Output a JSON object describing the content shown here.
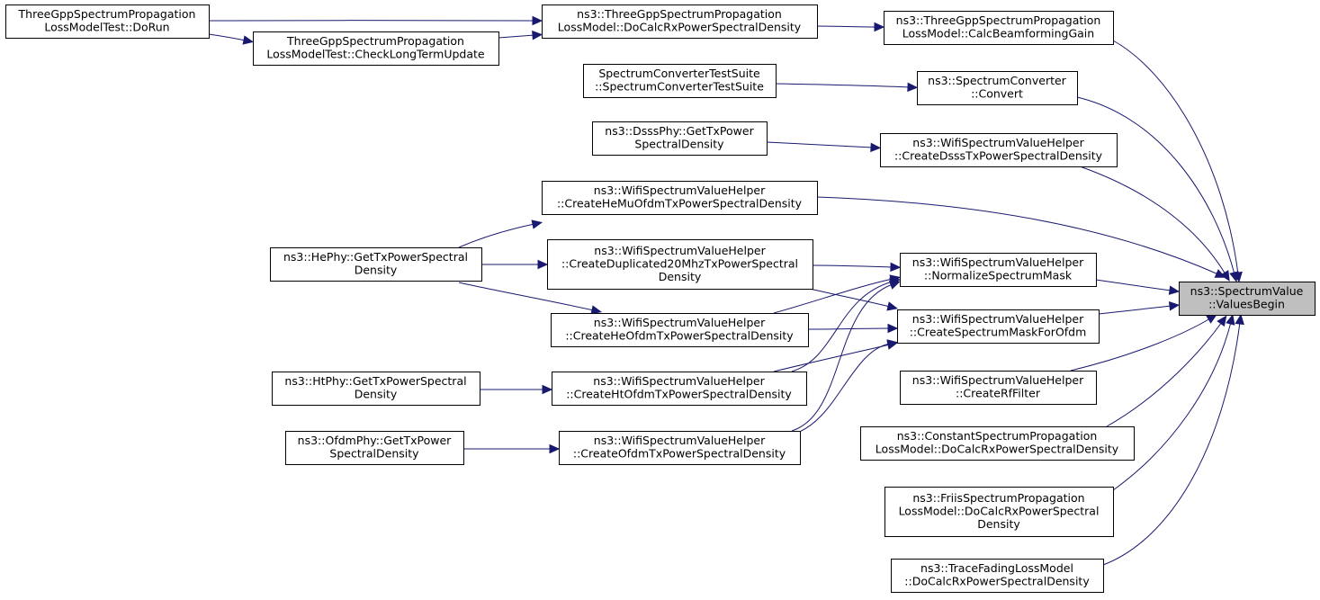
{
  "graph": {
    "edge_color": "#191970",
    "focus_fill": "#bfbfbf",
    "nodes": [
      {
        "id": "n_test_dorun",
        "lines": [
          "ThreeGppSpectrumPropagation",
          "LossModelTest::DoRun"
        ]
      },
      {
        "id": "n_test_check",
        "lines": [
          "ThreeGppSpectrumPropagation",
          "LossModelTest::CheckLongTermUpdate"
        ]
      },
      {
        "id": "n_tgpp_docalc",
        "lines": [
          "ns3::ThreeGppSpectrumPropagation",
          "LossModel::DoCalcRxPowerSpectralDensity"
        ]
      },
      {
        "id": "n_tgpp_beam",
        "lines": [
          "ns3::ThreeGppSpectrumPropagation",
          "LossModel::CalcBeamformingGain"
        ]
      },
      {
        "id": "n_conv_suite",
        "lines": [
          "SpectrumConverterTestSuite",
          "::SpectrumConverterTestSuite"
        ]
      },
      {
        "id": "n_conv_convert",
        "lines": [
          "ns3::SpectrumConverter",
          "::Convert"
        ]
      },
      {
        "id": "n_dsss_get",
        "lines": [
          "ns3::DsssPhy::GetTxPower",
          "SpectralDensity"
        ]
      },
      {
        "id": "n_create_dsss",
        "lines": [
          "ns3::WifiSpectrumValueHelper",
          "::CreateDsssTxPowerSpectralDensity"
        ]
      },
      {
        "id": "n_create_hemu",
        "lines": [
          "ns3::WifiSpectrumValueHelper",
          "::CreateHeMuOfdmTxPowerSpectralDensity"
        ]
      },
      {
        "id": "n_hephy_get",
        "lines": [
          "ns3::HePhy::GetTxPowerSpectral",
          "Density"
        ]
      },
      {
        "id": "n_create_dup20",
        "lines": [
          "ns3::WifiSpectrumValueHelper",
          "::CreateDuplicated20MhzTxPowerSpectral",
          "Density"
        ]
      },
      {
        "id": "n_normalize",
        "lines": [
          "ns3::WifiSpectrumValueHelper",
          "::NormalizeSpectrumMask"
        ]
      },
      {
        "id": "n_values_begin",
        "lines": [
          "ns3::SpectrumValue",
          "::ValuesBegin"
        ],
        "focus": true
      },
      {
        "id": "n_create_heofdm",
        "lines": [
          "ns3::WifiSpectrumValueHelper",
          "::CreateHeOfdmTxPowerSpectralDensity"
        ]
      },
      {
        "id": "n_create_mask",
        "lines": [
          "ns3::WifiSpectrumValueHelper",
          "::CreateSpectrumMaskForOfdm"
        ]
      },
      {
        "id": "n_htphy_get",
        "lines": [
          "ns3::HtPhy::GetTxPowerSpectral",
          "Density"
        ]
      },
      {
        "id": "n_create_htofdm",
        "lines": [
          "ns3::WifiSpectrumValueHelper",
          "::CreateHtOfdmTxPowerSpectralDensity"
        ]
      },
      {
        "id": "n_create_rf",
        "lines": [
          "ns3::WifiSpectrumValueHelper",
          "::CreateRfFilter"
        ]
      },
      {
        "id": "n_ofdmphy_get",
        "lines": [
          "ns3::OfdmPhy::GetTxPower",
          "SpectralDensity"
        ]
      },
      {
        "id": "n_create_ofdm",
        "lines": [
          "ns3::WifiSpectrumValueHelper",
          "::CreateOfdmTxPowerSpectralDensity"
        ]
      },
      {
        "id": "n_constant_docalc",
        "lines": [
          "ns3::ConstantSpectrumPropagation",
          "LossModel::DoCalcRxPowerSpectralDensity"
        ]
      },
      {
        "id": "n_friis_docalc",
        "lines": [
          "ns3::FriisSpectrumPropagation",
          "LossModel::DoCalcRxPowerSpectral",
          "Density"
        ]
      },
      {
        "id": "n_trace_docalc",
        "lines": [
          "ns3::TraceFadingLossModel",
          "::DoCalcRxPowerSpectralDensity"
        ]
      }
    ],
    "edges": [
      {
        "from": "n_test_dorun",
        "to": "n_tgpp_docalc"
      },
      {
        "from": "n_test_dorun",
        "to": "n_test_check"
      },
      {
        "from": "n_test_check",
        "to": "n_tgpp_docalc"
      },
      {
        "from": "n_tgpp_docalc",
        "to": "n_tgpp_beam"
      },
      {
        "from": "n_tgpp_beam",
        "to": "n_values_begin"
      },
      {
        "from": "n_conv_suite",
        "to": "n_conv_convert"
      },
      {
        "from": "n_conv_convert",
        "to": "n_values_begin"
      },
      {
        "from": "n_dsss_get",
        "to": "n_create_dsss"
      },
      {
        "from": "n_create_dsss",
        "to": "n_values_begin"
      },
      {
        "from": "n_create_hemu",
        "to": "n_values_begin"
      },
      {
        "from": "n_hephy_get",
        "to": "n_create_hemu"
      },
      {
        "from": "n_hephy_get",
        "to": "n_create_dup20"
      },
      {
        "from": "n_hephy_get",
        "to": "n_create_heofdm"
      },
      {
        "from": "n_create_dup20",
        "to": "n_normalize"
      },
      {
        "from": "n_create_dup20",
        "to": "n_create_mask"
      },
      {
        "from": "n_create_heofdm",
        "to": "n_normalize"
      },
      {
        "from": "n_create_heofdm",
        "to": "n_create_mask"
      },
      {
        "from": "n_htphy_get",
        "to": "n_create_htofdm"
      },
      {
        "from": "n_create_htofdm",
        "to": "n_normalize"
      },
      {
        "from": "n_create_htofdm",
        "to": "n_create_mask"
      },
      {
        "from": "n_ofdmphy_get",
        "to": "n_create_ofdm"
      },
      {
        "from": "n_create_ofdm",
        "to": "n_normalize"
      },
      {
        "from": "n_create_ofdm",
        "to": "n_create_mask"
      },
      {
        "from": "n_normalize",
        "to": "n_values_begin"
      },
      {
        "from": "n_create_mask",
        "to": "n_values_begin"
      },
      {
        "from": "n_create_rf",
        "to": "n_values_begin"
      },
      {
        "from": "n_constant_docalc",
        "to": "n_values_begin"
      },
      {
        "from": "n_friis_docalc",
        "to": "n_values_begin"
      },
      {
        "from": "n_trace_docalc",
        "to": "n_values_begin"
      }
    ]
  }
}
